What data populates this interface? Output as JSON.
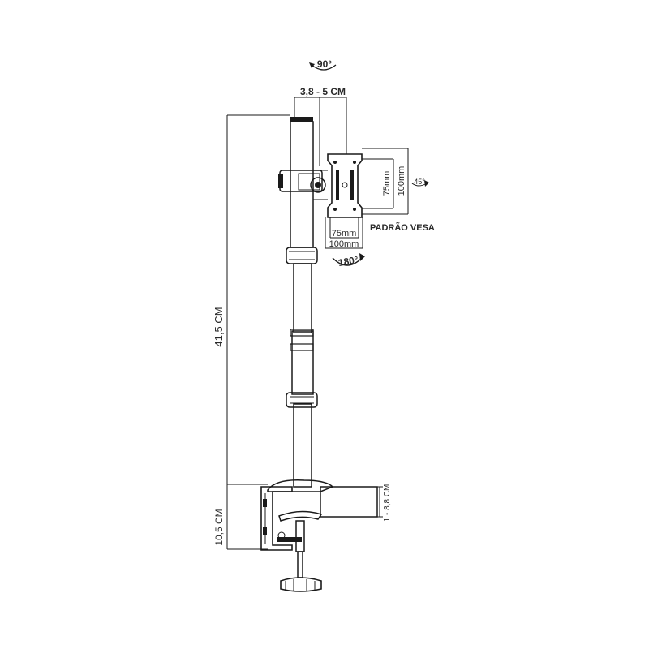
{
  "labels": {
    "rotate_top": "90°",
    "pole_diameter": "3,8 - 5 CM",
    "vesa_75_vertical": "75mm",
    "vesa_100_vertical": "100mm",
    "tilt_angle": "45°",
    "vesa_standard": "PADRÃO VESA",
    "vesa_75_horizontal": "75mm",
    "vesa_100_horizontal": "100mm",
    "rotate_bottom": "180°",
    "height_total": "41,5 CM",
    "clamp_height": "10,5 CM",
    "desk_thickness": "1 - 8,8 CM"
  },
  "colors": {
    "line": "#1a1a1a",
    "text": "#2a2a2a",
    "fill": "#ffffff"
  }
}
